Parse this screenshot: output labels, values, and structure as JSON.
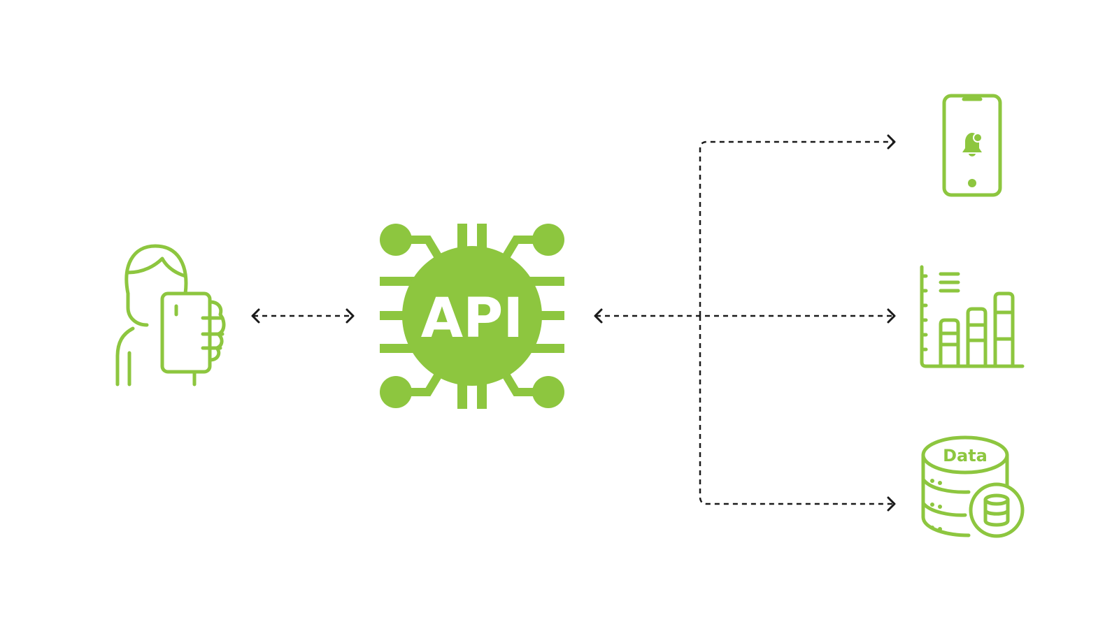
{
  "diagram": {
    "api_label": "API",
    "database_label": "Data",
    "accent_color": "#8dc63f",
    "nodes": [
      {
        "id": "user",
        "icon": "person-with-phone-icon"
      },
      {
        "id": "api",
        "icon": "api-chip-icon"
      },
      {
        "id": "mobile",
        "icon": "phone-notification-icon"
      },
      {
        "id": "analytics",
        "icon": "bar-chart-icon"
      },
      {
        "id": "database",
        "icon": "database-icon"
      }
    ],
    "edges": [
      {
        "from": "user",
        "to": "api",
        "style": "dashed",
        "direction": "both"
      },
      {
        "from": "api",
        "to": "mobile",
        "style": "dashed",
        "direction": "both"
      },
      {
        "from": "api",
        "to": "analytics",
        "style": "dashed",
        "direction": "both"
      },
      {
        "from": "api",
        "to": "database",
        "style": "dashed",
        "direction": "both"
      }
    ]
  }
}
